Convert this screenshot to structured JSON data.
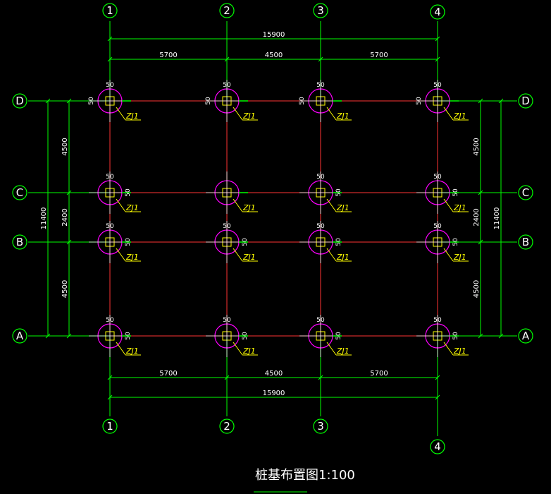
{
  "colors": {
    "background": "#000000",
    "grid_line": "#00ff00",
    "beam_line": "#ff3333",
    "dimension_line": "#00ff00",
    "pile_circle": "#ff00ff",
    "pile_square": "#ffff00",
    "tag_text": "#ffff00",
    "dim_text": "#ffffff",
    "axis_bubble": "#00ff00"
  },
  "grid": {
    "columns": [
      "1",
      "2",
      "3",
      "4"
    ],
    "rows": [
      "D",
      "C",
      "B",
      "A"
    ]
  },
  "dimensions": {
    "overall_width": "15900",
    "x_spans": [
      "5700",
      "4500",
      "5700"
    ],
    "overall_height": "11400",
    "y_spans": [
      "4500",
      "2400",
      "4500"
    ],
    "pile_offset": "50"
  },
  "pile_tag": "ZJ1",
  "title": {
    "name": "桩基布置图",
    "scale": "1:100"
  }
}
